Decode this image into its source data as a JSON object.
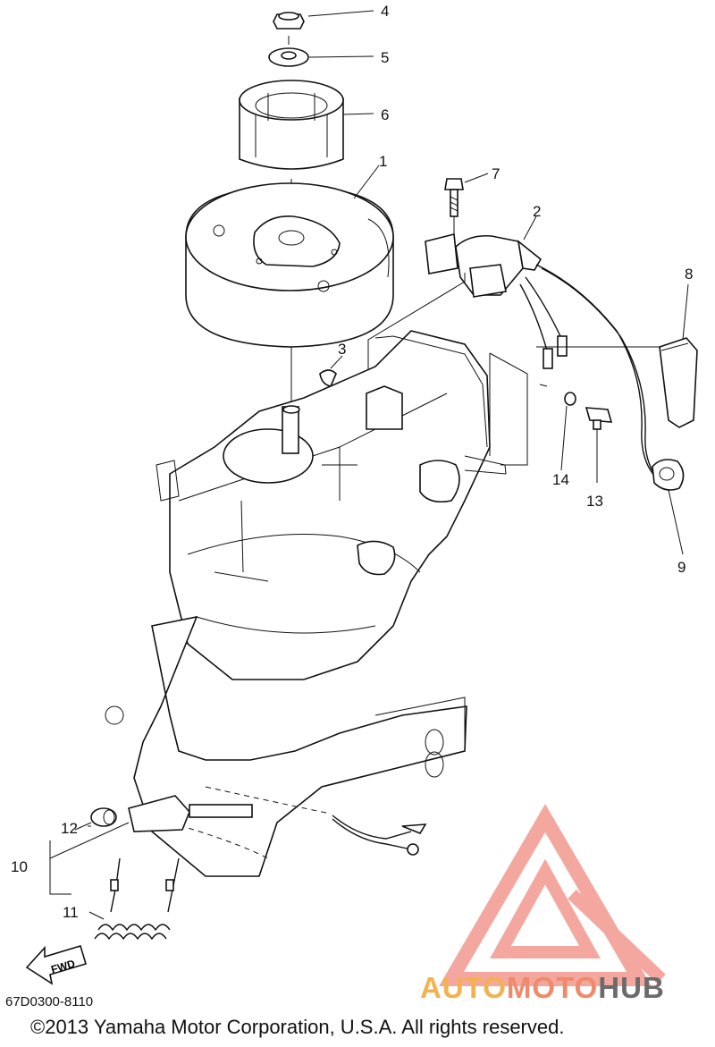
{
  "diagram": {
    "callouts": [
      {
        "id": "4",
        "label": "4"
      },
      {
        "id": "5",
        "label": "5"
      },
      {
        "id": "6",
        "label": "6"
      },
      {
        "id": "1",
        "label": "1"
      },
      {
        "id": "7",
        "label": "7"
      },
      {
        "id": "2",
        "label": "2"
      },
      {
        "id": "8",
        "label": "8"
      },
      {
        "id": "3",
        "label": "3"
      },
      {
        "id": "14",
        "label": "14"
      },
      {
        "id": "13",
        "label": "13"
      },
      {
        "id": "9",
        "label": "9"
      },
      {
        "id": "12",
        "label": "12"
      },
      {
        "id": "10",
        "label": "10"
      },
      {
        "id": "11",
        "label": "11"
      }
    ],
    "fwd_label": "FWD",
    "drawing_code": "67D0300-8110",
    "copyright": "©2013 Yamaha Motor Corporation, U.S.A. All rights reserved."
  },
  "watermark": {
    "part1": "AUTO",
    "part2": "MOTO",
    "part3": "HUB",
    "colors": {
      "auto": "#f4b24e",
      "moto": "#ef8a6a",
      "hub": "#6b6b6b",
      "triangle": "#f08a80"
    }
  }
}
